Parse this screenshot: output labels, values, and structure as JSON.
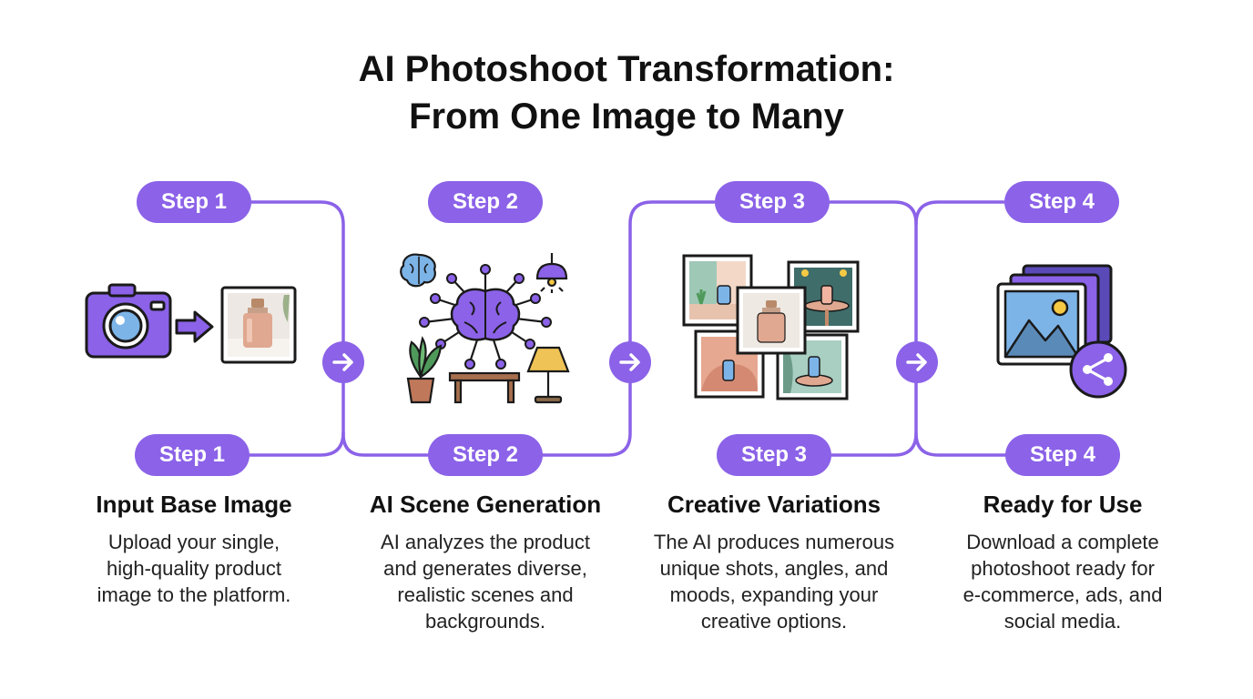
{
  "title": {
    "line1": "AI Photoshoot Transformation:",
    "line2": "From One Image to Many"
  },
  "accent_color": "#8b62e8",
  "steps": [
    {
      "top_label": "Step 1",
      "bottom_label": "Step 1",
      "title": "Input Base Image",
      "desc_lines": [
        "Upload your single,",
        "high-quality product",
        "image to the platform."
      ],
      "icons": [
        "camera-icon",
        "right-arrow-icon",
        "product-photo-icon"
      ]
    },
    {
      "top_label": "Step 2",
      "bottom_label": "Step 2",
      "title": "AI Scene Generation",
      "desc_lines": [
        "AI analyzes the product",
        "and generates diverse,",
        "realistic scenes and",
        "backgrounds."
      ],
      "icons": [
        "brain-network-icon",
        "pendant-lamp-icon",
        "plant-icon",
        "table-icon",
        "table-lamp-icon"
      ]
    },
    {
      "top_label": "Step 3",
      "bottom_label": "Step 3",
      "title": "Creative Variations",
      "desc_lines": [
        "The AI produces numerous",
        "unique shots, angles, and",
        "moods, expanding your",
        "creative options."
      ],
      "icons": [
        "photo-collage-icon"
      ]
    },
    {
      "top_label": "Step 4",
      "bottom_label": "Step 4",
      "title": "Ready for Use",
      "desc_lines": [
        "Download a complete",
        "photoshoot ready for",
        "e-commerce, ads, and",
        "social media."
      ],
      "icons": [
        "image-stack-icon",
        "share-icon"
      ]
    }
  ]
}
